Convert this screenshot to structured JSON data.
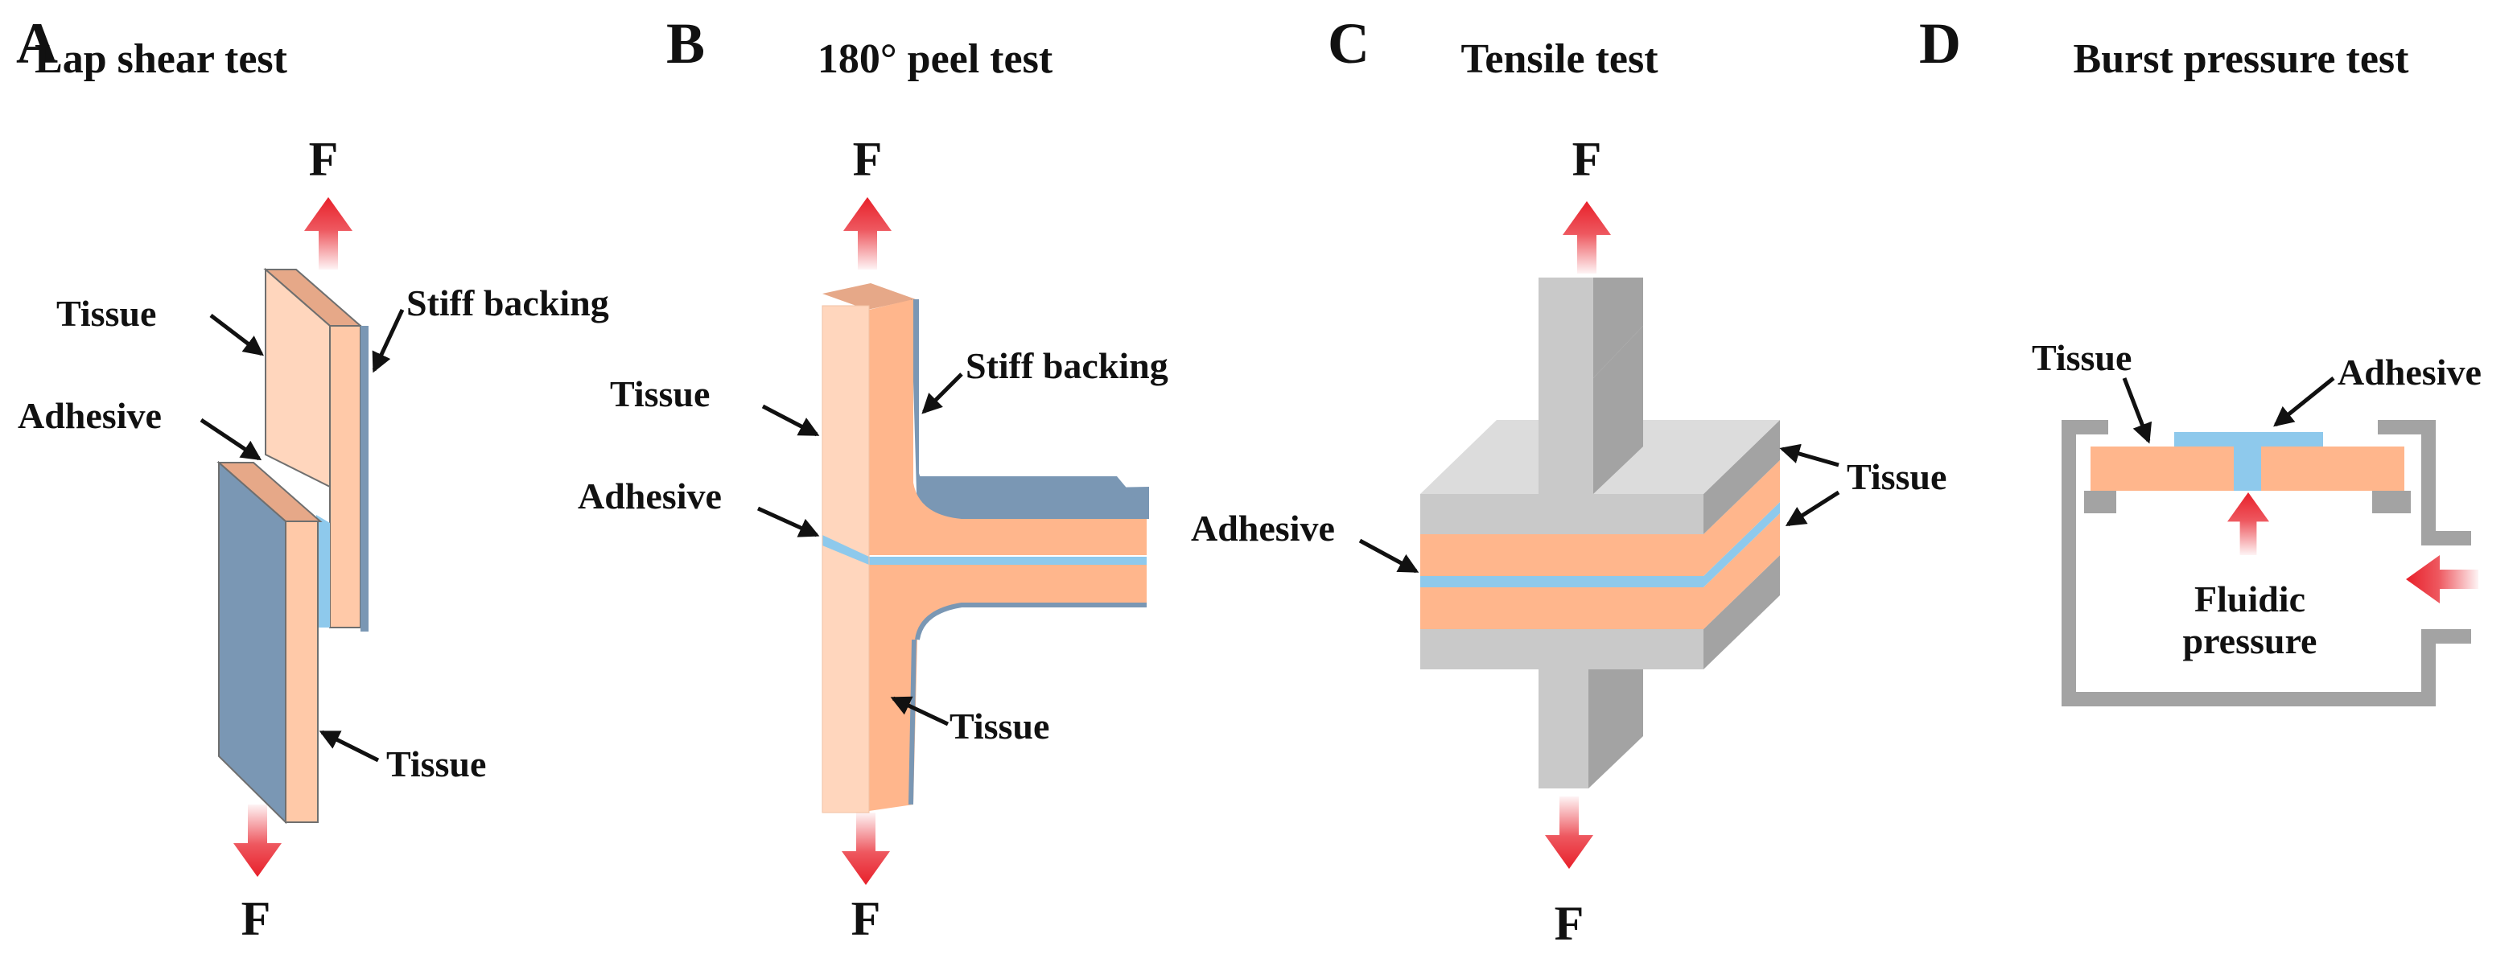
{
  "colors": {
    "tissue": "#ffb68c",
    "tissue_light": "#ffd6bd",
    "adhesive": "#8ec9ec",
    "backing": "#7a97b4",
    "force_arrow": "#e8202a",
    "fixture_front": "#c9c9c9",
    "fixture_top": "#dcdcdc",
    "fixture_side": "#a3a3a3"
  },
  "icons": [
    "force-arrow-up-icon",
    "force-arrow-down-icon",
    "pointer-arrow-icon"
  ],
  "panels": {
    "A": {
      "letter": "A",
      "title": "Lap shear test",
      "force_top": "F",
      "force_bottom": "F",
      "label_tissue_top": "Tissue",
      "label_stiff_backing": "Stiff backing",
      "label_adhesive": "Adhesive",
      "label_tissue_bottom": "Tissue"
    },
    "B": {
      "letter": "B",
      "title": "180° peel test",
      "force_top": "F",
      "force_bottom": "F",
      "label_tissue_top": "Tissue",
      "label_stiff_backing": "Stiff backing",
      "label_adhesive": "Adhesive",
      "label_tissue_bottom": "Tissue"
    },
    "C": {
      "letter": "C",
      "title": "Tensile test",
      "force_top": "F",
      "force_bottom": "F",
      "label_adhesive": "Adhesive",
      "label_tissue": "Tissue"
    },
    "D": {
      "letter": "D",
      "title": "Burst pressure test",
      "label_tissue": "Tissue",
      "label_adhesive": "Adhesive",
      "label_fluidic_line1": "Fluidic",
      "label_fluidic_line2": "pressure"
    }
  }
}
